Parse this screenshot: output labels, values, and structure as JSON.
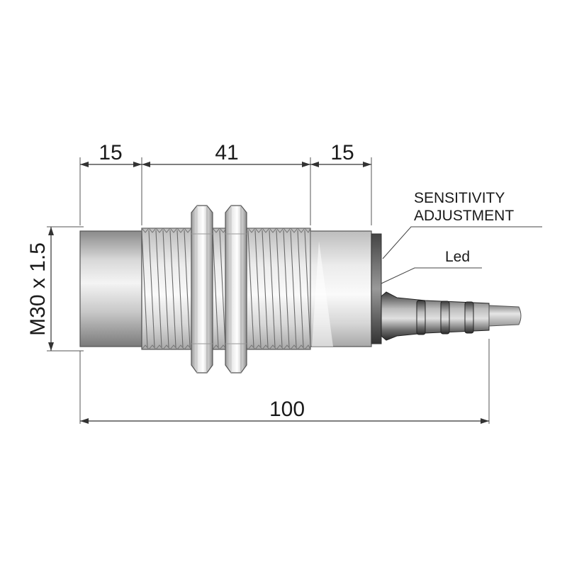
{
  "dimensions": {
    "front_length": "15",
    "thread_length": "41",
    "rear_length": "15",
    "total_length": "100",
    "thread_spec": "M30 x 1.5"
  },
  "labels": {
    "sensitivity_line1": "SENSITIVITY",
    "sensitivity_line2": "ADJUSTMENT",
    "led": "Led"
  }
}
